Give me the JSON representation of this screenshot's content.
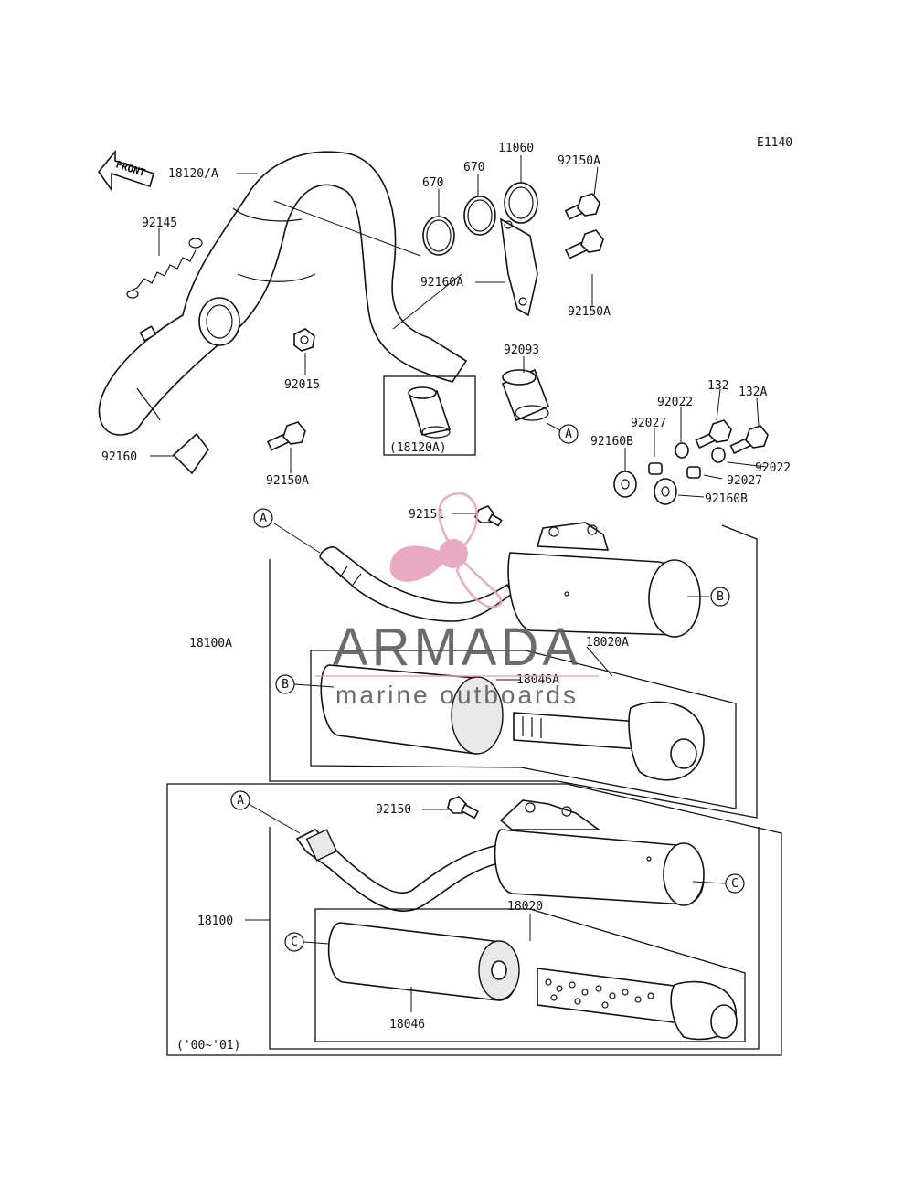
{
  "diagram": {
    "code": "E1140",
    "front_label": "FRONT",
    "note_years": "('00~'01)",
    "callout_refs": [
      "A",
      "A",
      "A",
      "B",
      "B",
      "C",
      "C"
    ],
    "parts": {
      "p18120A": "18120/A",
      "p670a": "670",
      "p670b": "670",
      "p11060": "11060",
      "p92150A_1": "92150A",
      "p92145": "92145",
      "p92160A": "92160A",
      "p92150A_2": "92150A",
      "p92015": "92015",
      "p92093": "92093",
      "p18120A_alt": "(18120A)",
      "p92160": "92160",
      "p92150A_3": "92150A",
      "p132": "132",
      "p132A": "132A",
      "p92022a": "92022",
      "p92027a": "92027",
      "p92160Ba": "92160B",
      "p92022b": "92022",
      "p92027b": "92027",
      "p92160Bb": "92160B",
      "p92151": "92151",
      "p18100A": "18100A",
      "p18020A": "18020A",
      "p18046A": "18046A",
      "p92150": "92150",
      "p18100": "18100",
      "p18020": "18020",
      "p18046": "18046"
    }
  },
  "watermark": {
    "brand": "ARMADA",
    "tagline": "marine outboards",
    "logo_color": "#e8a0bc"
  }
}
